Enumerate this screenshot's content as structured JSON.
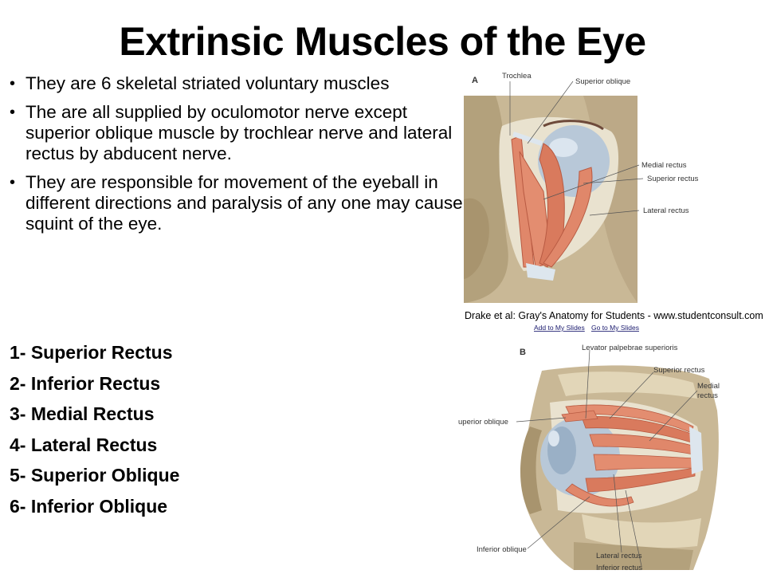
{
  "slide": {
    "title": "Extrinsic Muscles of the Eye",
    "bullets": [
      "They are 6 skeletal striated voluntary muscles",
      "The are all supplied by oculomotor nerve except superior oblique muscle by trochlear nerve and lateral rectus by abducent nerve.",
      "They are responsible for movement of the eyeball in different directions and paralysis of any one may cause squint of the eye."
    ],
    "muscles": [
      "1- Superior Rectus",
      "2- Inferior Rectus",
      "3- Medial Rectus",
      "4- Lateral Rectus",
      "5- Superior Oblique",
      "6- Inferior Oblique"
    ]
  },
  "figure_a": {
    "letter": "A",
    "labels": {
      "trochlea": "Trochlea",
      "superior_oblique": "Superior oblique",
      "medial_rectus": "Medial rectus",
      "superior_rectus": "Superior rectus",
      "lateral_rectus": "Lateral rectus"
    },
    "credit": "Drake et al: Gray's Anatomy for Students - www.studentconsult.com",
    "links": [
      "Add to My Slides",
      "Go to My Slides"
    ]
  },
  "figure_b": {
    "letter": "B",
    "labels": {
      "levator": "Levator palpebrae superioris",
      "superior_rectus": "Superior rectus",
      "medial_rectus_1": "Medial",
      "medial_rectus_2": "rectus",
      "superior_oblique": "uperior oblique",
      "inferior_oblique": "Inferior oblique",
      "lateral_rectus": "Lateral rectus",
      "inferior_rectus": "Inferior rectus"
    }
  },
  "colors": {
    "bone": "#c9b896",
    "bone_dark": "#8d7a58",
    "muscle": "#e0876a",
    "muscle_dark": "#b85a42",
    "eyeball": "#b8c8d8",
    "tendon": "#dde6ee"
  }
}
